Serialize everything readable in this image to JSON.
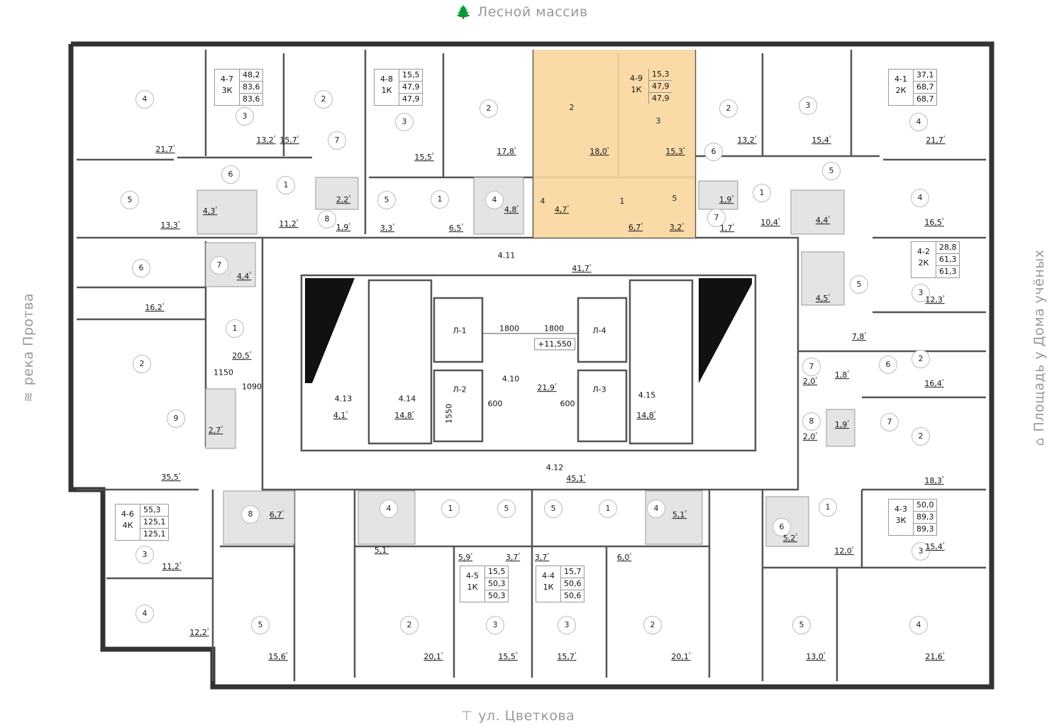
{
  "surroundings": {
    "top": {
      "label": "Лесной массив",
      "icon": "forest-icon"
    },
    "bottom": {
      "label": "ул. Цветкова",
      "icon": "street-icon"
    },
    "left": {
      "label": "река Протва",
      "icon": "river-icon"
    },
    "right": {
      "label": "Площадь у Дома учёных",
      "icon": "square-icon"
    }
  },
  "highlight_color": "#f9d79f",
  "selected_apartment": "4-9",
  "apartments": [
    {
      "id": "4-7",
      "type": "3К",
      "values": [
        "48,2",
        "83,6",
        "83,6"
      ]
    },
    {
      "id": "4-8",
      "type": "1К",
      "values": [
        "15,5",
        "47,9",
        "47,9"
      ]
    },
    {
      "id": "4-9",
      "type": "1К",
      "values": [
        "15,3",
        "47,9",
        "47,9"
      ]
    },
    {
      "id": "4-1",
      "type": "2К",
      "values": [
        "37,1",
        "68,7",
        "68,7"
      ]
    },
    {
      "id": "4-2",
      "type": "2К",
      "values": [
        "28,8",
        "61,3",
        "61,3"
      ]
    },
    {
      "id": "4-3",
      "type": "3К",
      "values": [
        "50,0",
        "89,3",
        "89,3"
      ]
    },
    {
      "id": "4-6",
      "type": "4К",
      "values": [
        "55,3",
        "125,1",
        "125,1"
      ]
    },
    {
      "id": "4-5",
      "type": "1К",
      "values": [
        "15,5",
        "50,3",
        "50,3"
      ]
    },
    {
      "id": "4-4",
      "type": "1К",
      "values": [
        "15,7",
        "50,6",
        "50,6"
      ]
    }
  ],
  "room_numbers": [
    "4",
    "3",
    "2",
    "7",
    "6",
    "1",
    "5",
    "8",
    "3",
    "2",
    "5",
    "1",
    "4",
    "2",
    "3",
    "4",
    "1",
    "5",
    "2",
    "3",
    "4",
    "6",
    "1",
    "5",
    "7",
    "4",
    "5",
    "3",
    "7",
    "6",
    "2",
    "8",
    "7",
    "2",
    "1",
    "6",
    "3",
    "5",
    "4",
    "6",
    "7",
    "1",
    "2",
    "9",
    "3",
    "4",
    "8",
    "5",
    "4",
    "1",
    "5",
    "5",
    "1",
    "4",
    "2",
    "3",
    "3",
    "2"
  ],
  "areas": [
    "21,7",
    "13,2",
    "15,7",
    "2,2",
    "4,3",
    "13,3",
    "11,2",
    "1,9",
    "15,5",
    "17,8",
    "3,3",
    "6,5",
    "4,8",
    "18,0",
    "15,3",
    "4,7",
    "6,7",
    "3,2",
    "13,2",
    "15,4",
    "21,7",
    "1,9",
    "1,7",
    "10,4",
    "4,4",
    "16,5",
    "4,5",
    "12,3",
    "7,8",
    "2,0",
    "1,8",
    "16,4",
    "2,0",
    "1,9",
    "18,3",
    "12,0",
    "5,2",
    "15,4",
    "13,0",
    "21,6",
    "4,4",
    "16,2",
    "20,5",
    "2,7",
    "35,5",
    "11,2",
    "12,2",
    "15,6",
    "6,7",
    "5,1",
    "5,9",
    "3,7",
    "3,7",
    "6,0",
    "5,1",
    "20,1",
    "15,5",
    "15,7",
    "20,1",
    "41,7",
    "21,9",
    "45,1",
    "4,1",
    "14,8",
    "14,8"
  ],
  "area_unit": "м²",
  "core_labels": [
    "4.11",
    "4.10",
    "4.12",
    "4.13",
    "4.14",
    "4.15",
    "Л-1",
    "Л-4",
    "Л-2",
    "Л-3"
  ],
  "dimensions": [
    "1800",
    "1800",
    "600",
    "600",
    "1550",
    "1150",
    "1090"
  ],
  "elevation_mark": "+11,550"
}
